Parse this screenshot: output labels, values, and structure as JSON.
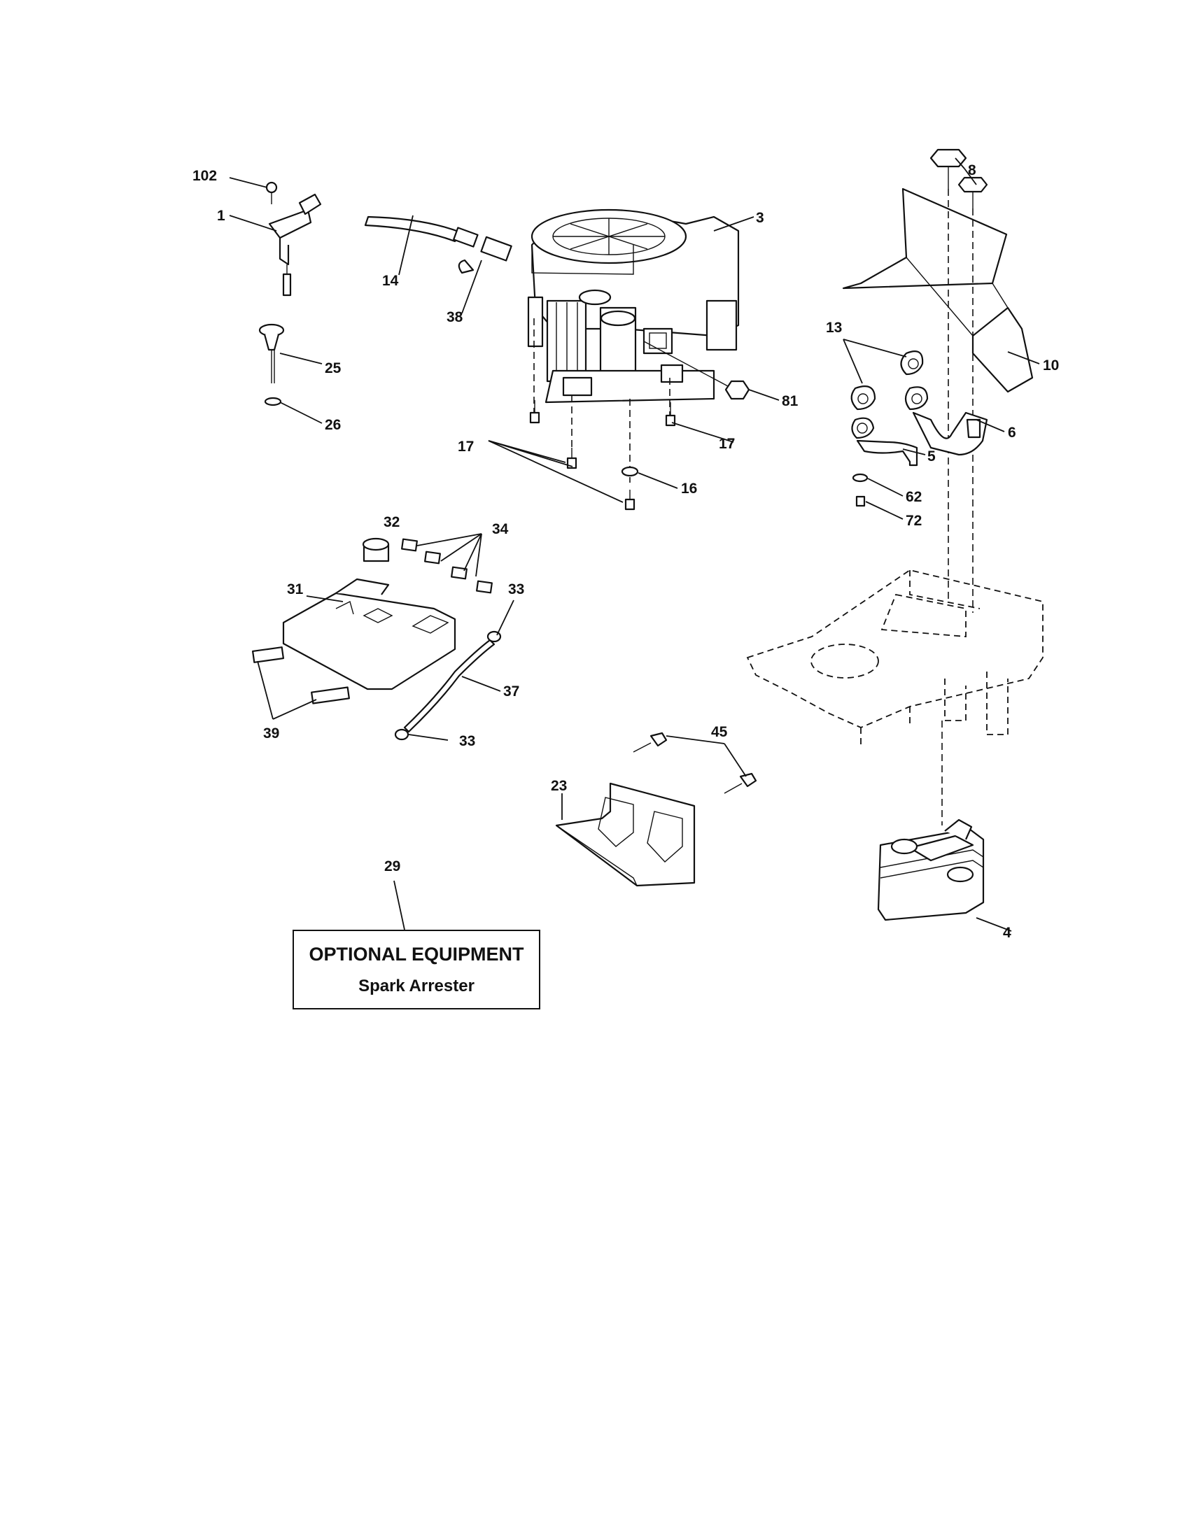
{
  "callouts": {
    "c102": "102",
    "c1": "1",
    "c25": "25",
    "c26": "26",
    "c14": "14",
    "c38": "38",
    "c3": "3",
    "c81": "81",
    "c17a": "17",
    "c17b": "17",
    "c16": "16",
    "c8": "8",
    "c10": "10",
    "c13": "13",
    "c6": "6",
    "c5": "5",
    "c62": "62",
    "c72": "72",
    "c32": "32",
    "c34": "34",
    "c31": "31",
    "c33a": "33",
    "c33b": "33",
    "c37": "37",
    "c39": "39",
    "c45": "45",
    "c23": "23",
    "c4": "4",
    "c29": "29"
  },
  "optional_box": {
    "title": "OPTIONAL EQUIPMENT",
    "subtitle": "Spark Arrester"
  }
}
